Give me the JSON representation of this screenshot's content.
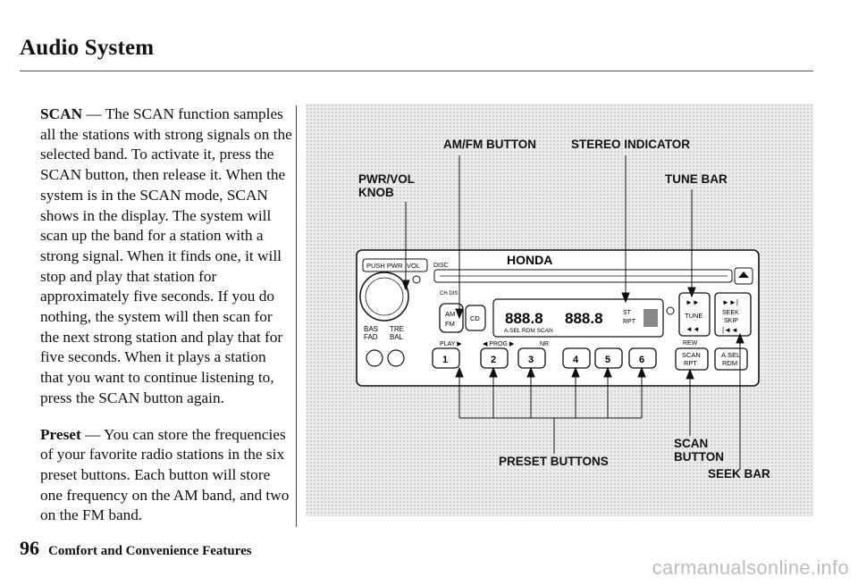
{
  "header": {
    "title": "Audio System"
  },
  "body": {
    "scan_term": "SCAN",
    "scan_dash": " — ",
    "scan_text": "The SCAN function samples all the stations with strong signals on the selected band. To activate it, press the SCAN button, then release it. When the system is in the SCAN mode, SCAN shows in the display. The system will scan up the band for a station with a strong signal. When it finds one, it will stop and play that station for approximately five seconds. If you do nothing, the system will then scan for the next strong station and play that for five seconds. When it plays a station that you want to continue listening to, press the SCAN button again.",
    "preset_term": "Preset",
    "preset_dash": " — ",
    "preset_text": "You can store the frequencies of your favorite radio stations in the six preset buttons. Each button will store one frequency on the AM band, and two on the FM band."
  },
  "figure": {
    "callouts": {
      "am_fm_button": "AM/FM BUTTON",
      "stereo_indicator": "STEREO INDICATOR",
      "pwr_vol_knob_1": "PWR/VOL",
      "pwr_vol_knob_2": "KNOB",
      "tune_bar": "TUNE BAR",
      "preset_buttons": "PRESET BUTTONS",
      "scan_button_1": "SCAN",
      "scan_button_2": "BUTTON",
      "seek_bar": "SEEK BAR"
    },
    "radio": {
      "brand": "HONDA",
      "disc": "DISC",
      "push_pwr_vol": "PUSH PWR ·VOL",
      "ch_dis": "CH DIS",
      "am_fm": [
        "AM",
        "FM"
      ],
      "cd": "CD",
      "bas": "BAS",
      "fad": "FAD",
      "tre": "TRE",
      "bal": "BAL",
      "display_digits": "888.8",
      "display_status": "A.SEL  RDM  SCAN",
      "st": "ST",
      "rpt": "RPT",
      "play": "PLAY ▶",
      "prog": "◀ PROG ▶",
      "nr": "NR",
      "tune": "TUNE",
      "seek_skip_1": "SEEK",
      "seek_skip_2": "SKIP",
      "rew": "REW",
      "presets": [
        "1",
        "2",
        "3",
        "4",
        "5",
        "6"
      ],
      "scan_rpt_1": "SCAN",
      "scan_rpt_2": "RPT",
      "asel_rdm_1": "A.SEL",
      "asel_rdm_2": "RDM"
    }
  },
  "footer": {
    "page_number": "96",
    "section": "Comfort and Convenience Features"
  },
  "watermark": "carmanualsonline.info"
}
